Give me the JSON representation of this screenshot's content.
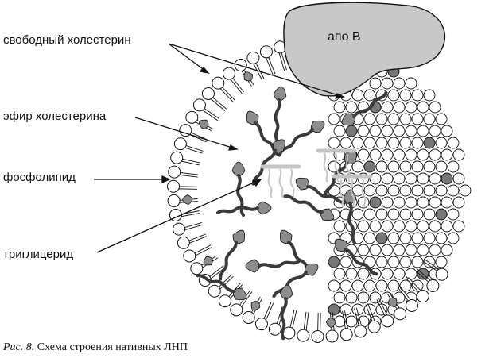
{
  "labels": {
    "free_cholesterol": "свободный холестерин",
    "cholesterol_ester": "эфир холестерина",
    "phospholipid": "фосфолипид",
    "triglyceride": "триглицерид",
    "apo_b": "апо В"
  },
  "caption": {
    "prefix": "Рис. 8.",
    "text": " Схема строения нативных ЛНП"
  },
  "colors": {
    "outline": "#111111",
    "head": "#ffffff",
    "cholesterol": "#8c8c8c",
    "apo": "#c8c8c8",
    "sphere_dark": "#777777",
    "triglyceride": "#c4c4c4"
  }
}
